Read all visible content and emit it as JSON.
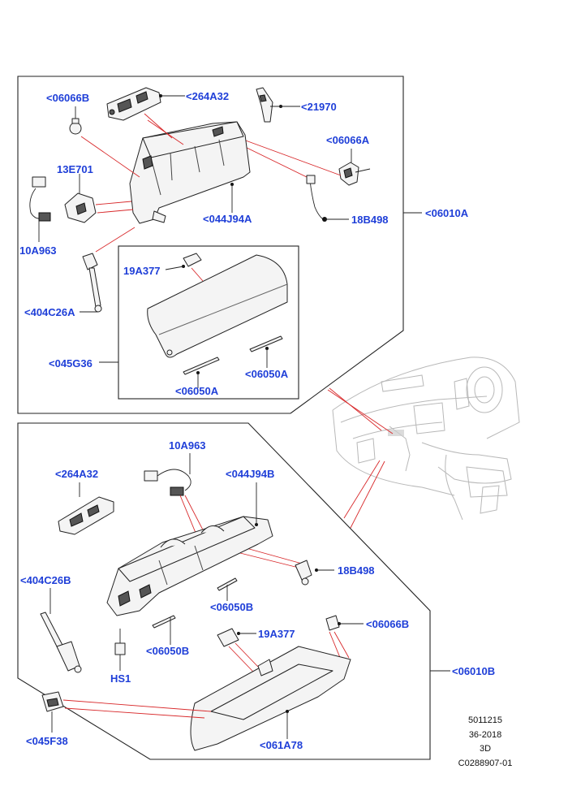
{
  "callouts": {
    "top": {
      "c06066B": "<06066B",
      "c264A32": "<264A32",
      "c21970": "<21970",
      "c06066A": "<06066A",
      "c13E701": "13E701",
      "c10A963": "10A963",
      "c044J94A": "<044J94A",
      "c18B498": "18B498",
      "c06010A": "<06010A",
      "c19A377": "19A377",
      "c404C26A": "<404C26A",
      "c045G36": "<045G36",
      "c06050A_right": "<06050A",
      "c06050A_bottom": "<06050A"
    },
    "bottom": {
      "c10A963": "10A963",
      "c264A32": "<264A32",
      "c044J94B": "<044J94B",
      "c18B498": "18B498",
      "c404C26B": "<404C26B",
      "c06050B_upper": "<06050B",
      "c06050B_lower": "<06050B",
      "c19A377": "19A377",
      "c06066B": "<06066B",
      "cHS1": "HS1",
      "c06010B": "<06010B",
      "c045F38": "<045F38",
      "c061A78": "<061A78"
    }
  },
  "meta": {
    "line1": "5011215",
    "line2": "36-2018",
    "line3": "3D",
    "line4": "C0288907-01"
  },
  "colors": {
    "callout": "#1f3fd8",
    "leader_red": "#d8282a",
    "line": "#222222"
  }
}
